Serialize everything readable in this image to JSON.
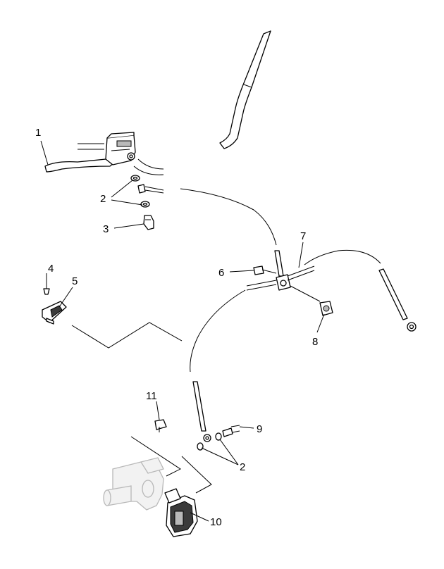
{
  "diagram": {
    "colors": {
      "ink": "#000000",
      "background": "#ffffff",
      "shading": "#b9b9b9",
      "ghost": "#b8b8b8"
    },
    "callouts": [
      {
        "id": "c1",
        "text": "1"
      },
      {
        "id": "c2a",
        "text": "2"
      },
      {
        "id": "c3",
        "text": "3"
      },
      {
        "id": "c4",
        "text": "4"
      },
      {
        "id": "c5",
        "text": "5"
      },
      {
        "id": "c6",
        "text": "6"
      },
      {
        "id": "c7",
        "text": "7"
      },
      {
        "id": "c8",
        "text": "8"
      },
      {
        "id": "c9",
        "text": "9"
      },
      {
        "id": "c11",
        "text": "11"
      },
      {
        "id": "c2b",
        "text": "2"
      },
      {
        "id": "c10",
        "text": "10"
      }
    ]
  }
}
